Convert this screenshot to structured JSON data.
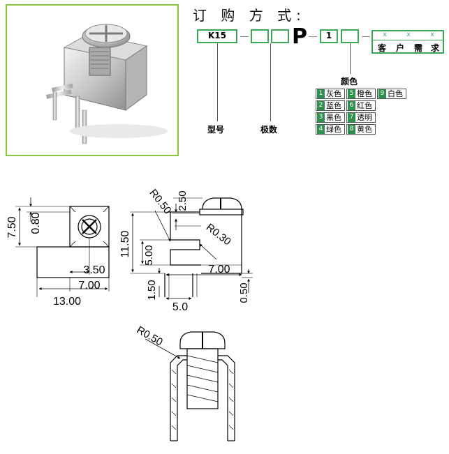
{
  "order": {
    "title": "订 购 方 式:",
    "model_code": "K15",
    "p_letter": "P",
    "color_code": "1",
    "customer_x": [
      "x",
      "x",
      "x"
    ],
    "customer_labels": [
      "客",
      "户",
      "需",
      "求"
    ],
    "label_model": "型号",
    "label_poles": "极数",
    "label_color": "颜色"
  },
  "colors": [
    {
      "num": "1",
      "name": "灰色"
    },
    {
      "num": "2",
      "name": "蓝色"
    },
    {
      "num": "3",
      "name": "黑色"
    },
    {
      "num": "4",
      "name": "绿色"
    },
    {
      "num": "5",
      "name": "橙色"
    },
    {
      "num": "6",
      "name": "红色"
    },
    {
      "num": "7",
      "name": "透明"
    },
    {
      "num": "8",
      "name": "黄色"
    },
    {
      "num": "9",
      "name": "白色"
    }
  ],
  "dimensions": {
    "top_view": {
      "h_total": "7.50",
      "h_small": "0.80",
      "w_half": "3.50",
      "w_body": "7.00",
      "w_total": "13.00"
    },
    "side_view": {
      "r_top": "R0.50",
      "top_gap": "2.50",
      "height": "11.50",
      "r_mid": "R0.30",
      "slot": "5.00",
      "length": "7.00",
      "pin_h": "1.50",
      "pin_pitch": "5.0",
      "foot": "0.50"
    },
    "section_view": {
      "radius": "R0.50"
    }
  },
  "colors_theme": {
    "accent_green": "#3aa656",
    "frame_green": "#8cc63f"
  }
}
